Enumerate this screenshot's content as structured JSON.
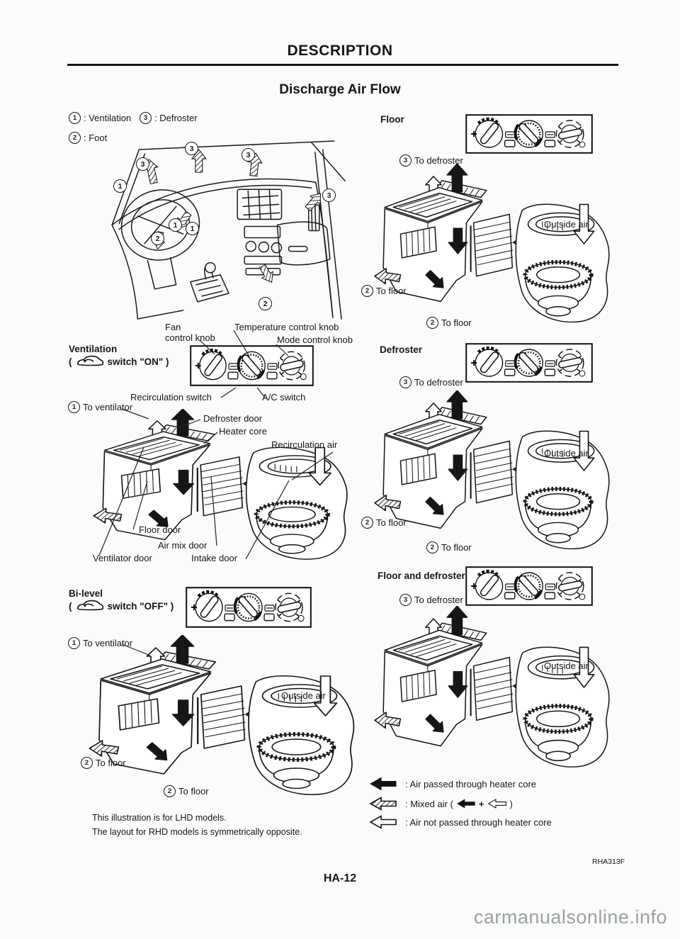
{
  "header": {
    "title": "DESCRIPTION"
  },
  "title": "Discharge Air Flow",
  "nums": {
    "n1": "1",
    "n2": "2",
    "n3": "3"
  },
  "key": {
    "ventilation": {
      "num": "1",
      "label": ": Ventilation"
    },
    "defroster": {
      "num": "3",
      "label": ": Defroster"
    },
    "foot": {
      "num": "2",
      "label": ": Foot"
    }
  },
  "controls": {
    "fan_line1": "Fan",
    "fan_line2": "control knob",
    "temperature": "Temperature control knob",
    "mode": "Mode control knob",
    "recirculation": "Recirculation switch",
    "ac": "A/C switch"
  },
  "ventilation_section": {
    "title": "Ventilation",
    "switch_open": "(",
    "switch_label": "switch \"ON\" )",
    "to_ventilator": {
      "num": "1",
      "label": "To ventilator"
    },
    "parts": {
      "defroster_door": "Defroster door",
      "heater_core": "Heater core",
      "recirculation_air": "Recirculation air",
      "floor_door": "Floor door",
      "air_mix_door": "Air mix door",
      "ventilator_door": "Ventilator door",
      "intake_door": "Intake door"
    }
  },
  "bilevel_section": {
    "title": "Bi-level",
    "switch_open": "(",
    "switch_label": "switch \"OFF\" )",
    "to_ventilator": {
      "num": "1",
      "label": "To ventilator"
    },
    "outside_air": "Outside air",
    "to_floor_a": {
      "num": "2",
      "label": "To floor"
    },
    "to_floor_b": {
      "num": "2",
      "label": "To floor"
    }
  },
  "floor_section": {
    "title": "Floor",
    "to_defroster": {
      "num": "3",
      "label": "To defroster"
    },
    "outside_air": "Outside air",
    "to_floor_a": {
      "num": "2",
      "label": "To floor"
    },
    "to_floor_b": {
      "num": "2",
      "label": "To floor"
    }
  },
  "defroster_section": {
    "title": "Defroster",
    "to_defroster": {
      "num": "3",
      "label": "To defroster"
    },
    "outside_air": "Outside air",
    "to_floor_a": {
      "num": "2",
      "label": "To floor"
    },
    "to_floor_b": {
      "num": "2",
      "label": "To floor"
    }
  },
  "floor_defroster_section": {
    "title": "Floor and defroster",
    "to_defroster": {
      "num": "3",
      "label": "To defroster"
    },
    "outside_air": "Outside air"
  },
  "flow_legend": {
    "passed": ": Air passed through heater core",
    "mixed_open": ": Mixed air (",
    "plus": "+",
    "mixed_close": ")",
    "not_passed": ": Air not passed through heater core"
  },
  "footnote": {
    "line1": "This illustration is for LHD models.",
    "line2": "The layout for RHD models is symmetrically opposite."
  },
  "ref_code": "RHA313F",
  "page_number": "HA-12",
  "watermark": "carmanualsonline.info"
}
